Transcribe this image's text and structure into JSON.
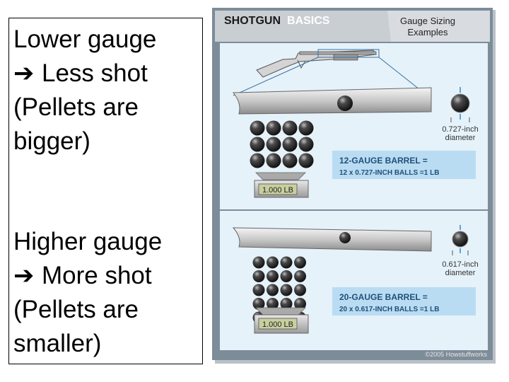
{
  "slide": {
    "lower": {
      "line1": "Lower gauge",
      "arrow": "➔",
      "line2": "Less shot",
      "line3": "(Pellets are",
      "line4": "bigger)"
    },
    "higher": {
      "line1": "Higher gauge",
      "arrow": "➔",
      "line2": "More shot",
      "line3": "(Pellets are",
      "line4": "smaller)"
    }
  },
  "graphic": {
    "header_left_a": "SHOTGUN",
    "header_left_b": "BASICS",
    "header_right_1": "Gauge Sizing",
    "header_right_2": "Examples",
    "panel_12": {
      "scale_reading": "1.000 LB",
      "diameter_value": "0.727-inch",
      "diameter_word": "diameter",
      "barrel_title": "12-GAUGE BARREL =",
      "barrel_formula": "12 x 0.727-INCH BALLS =1 LB"
    },
    "panel_20": {
      "scale_reading": "1.000 LB",
      "diameter_value": "0.617-inch",
      "diameter_word": "diameter",
      "barrel_title": "20-GAUGE BARREL =",
      "barrel_formula": "20 x 0.617-INCH BALLS =1 LB"
    },
    "copyright": "©2005 Howstuffworks"
  },
  "colors": {
    "frame": "#7d8c99",
    "header_bg": "#c9ced3",
    "panel_bg": "#e5f2fa",
    "label_box": "#b9dcf2",
    "label_text": "#1f4f7a",
    "pellet": "#1f1f1f"
  }
}
